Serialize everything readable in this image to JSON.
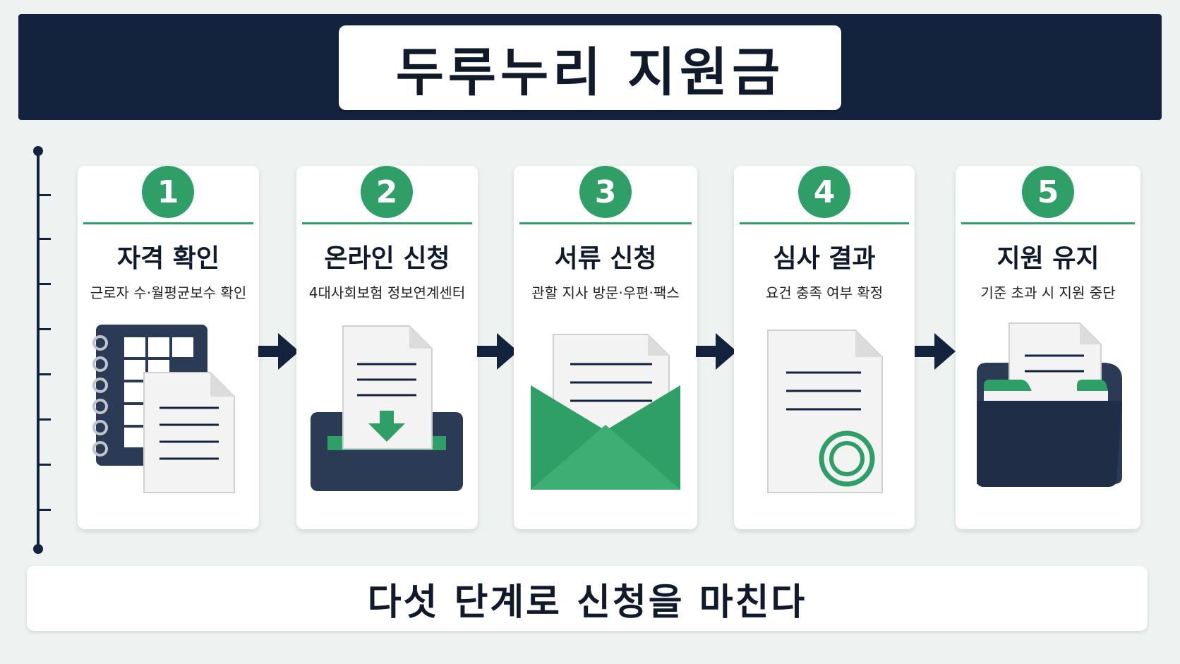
{
  "title": "두루누리 지원금",
  "steps": [
    {
      "number": "1",
      "title": "자격 확인",
      "description": "근로자 수·월평균보수 확인",
      "icon": "spreadsheet-document-icon"
    },
    {
      "number": "2",
      "title": "온라인 신청",
      "description": "4대사회보험 정보연계센터",
      "icon": "document-upload-tray-icon"
    },
    {
      "number": "3",
      "title": "서류 신청",
      "description": "관할 지사 방문·우편·팩스",
      "icon": "envelope-letter-icon"
    },
    {
      "number": "4",
      "title": "심사 결과",
      "description": "요건 충족 여부 확정",
      "icon": "certified-document-icon"
    },
    {
      "number": "5",
      "title": "지원 유지",
      "description": "기준 초과 시 지원 중단",
      "icon": "file-folder-icon"
    }
  ],
  "footer": "다섯 단계로 신청을 마친다",
  "colors": {
    "navy": "#13223d",
    "green": "#2f9f67",
    "background": "#eef3f1",
    "card": "#ffffff"
  }
}
